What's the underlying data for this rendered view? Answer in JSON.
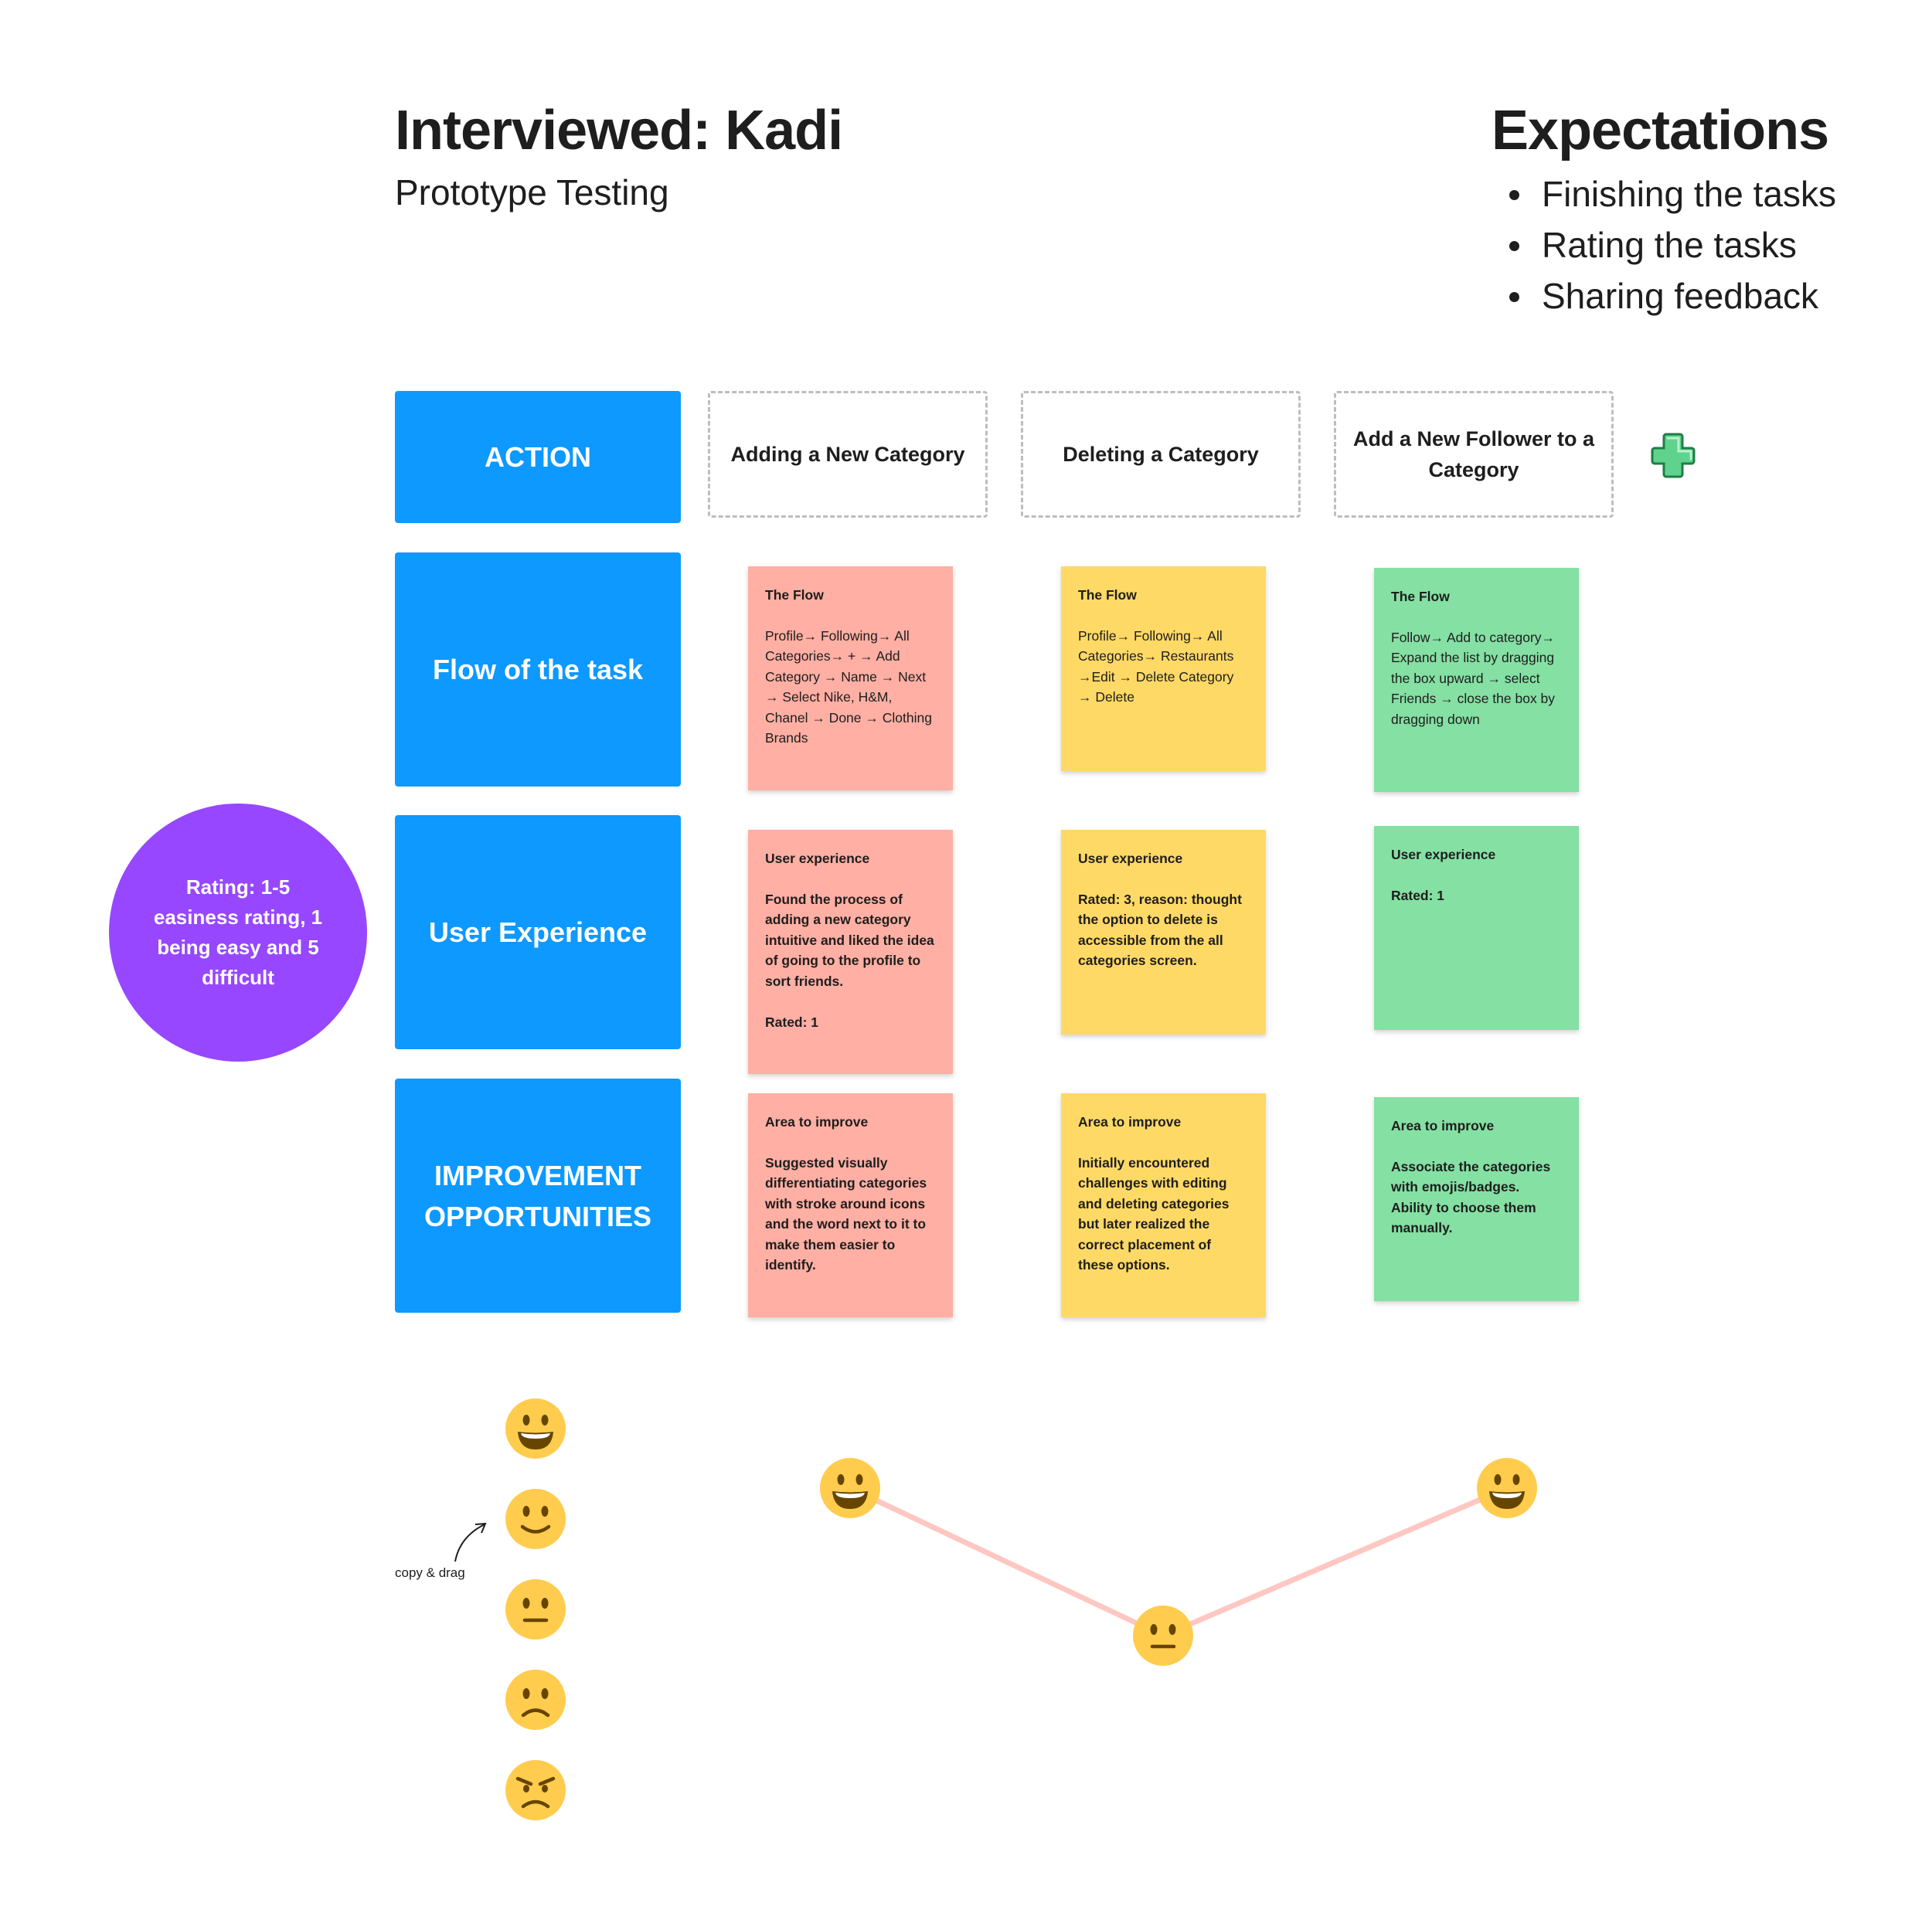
{
  "header": {
    "title": "Interviewed: Kadi",
    "subtitle": "Prototype Testing"
  },
  "expectations": {
    "title": "Expectations",
    "items": [
      "Finishing the tasks",
      "Rating the tasks",
      "Sharing feedback"
    ]
  },
  "rows": {
    "action": "ACTION",
    "flow": "Flow of the task",
    "ux": "User Experience",
    "improve": "IMPROVEMENT OPPORTUNITIES"
  },
  "columns": [
    "Adding a New Category",
    "Deleting a Category",
    "Add a New Follower to a Category"
  ],
  "notes": {
    "flow": [
      {
        "title": "The Flow",
        "body": "Profile→ Following→ All Categories→ + → Add Category → Name → Next → Select Nike, H&M, Chanel → Done → Clothing Brands"
      },
      {
        "title": "The Flow",
        "body": "Profile→ Following→ All Categories→ Restaurants →Edit → Delete Category → Delete"
      },
      {
        "title": "The Flow",
        "body": "Follow→ Add to category→ Expand the list by dragging the box upward → select Friends → close the box by dragging down"
      }
    ],
    "ux": [
      {
        "title": "User experience",
        "body": "Found the process of adding a new category intuitive and liked the idea of going to the profile to sort friends.\n\nRated: 1"
      },
      {
        "title": "User experience",
        "body": "Rated: 3, reason: thought the option to delete is accessible from the all categories screen."
      },
      {
        "title": "User experience",
        "body": "Rated: 1"
      }
    ],
    "improve": [
      {
        "title": "Area to improve",
        "body": "Suggested visually differentiating categories with stroke around icons and the word next to it to make them easier to identify."
      },
      {
        "title": "Area to improve",
        "body": "Initially encountered challenges with editing and deleting categories but later realized the correct placement of these options."
      },
      {
        "title": "Area to improve",
        "body": "Associate the categories with emojis/badges. Ability to choose them manually."
      }
    ]
  },
  "rating_legend": "Rating: 1-5 easiness rating, 1 being easy and 5 difficult",
  "copy_drag_label": "copy & drag",
  "emoji_scale": [
    "grinning-face",
    "slightly-smiling-face",
    "neutral-face",
    "frowning-face",
    "angry-face"
  ],
  "journey": {
    "points": [
      {
        "task": "Adding a New Category",
        "face": "grinning-face"
      },
      {
        "task": "Deleting a Category",
        "face": "neutral-face"
      },
      {
        "task": "Add a New Follower to a Category",
        "face": "grinning-face"
      }
    ],
    "line_color": "#ffc7c2"
  },
  "colors": {
    "action_blue": "#0d99ff",
    "note_pink": "#ffafa3",
    "note_yellow": "#ffd966",
    "note_green": "#85e0a3",
    "legend_purple": "#9747ff",
    "emoji_yellow": "#ffcc4d"
  }
}
